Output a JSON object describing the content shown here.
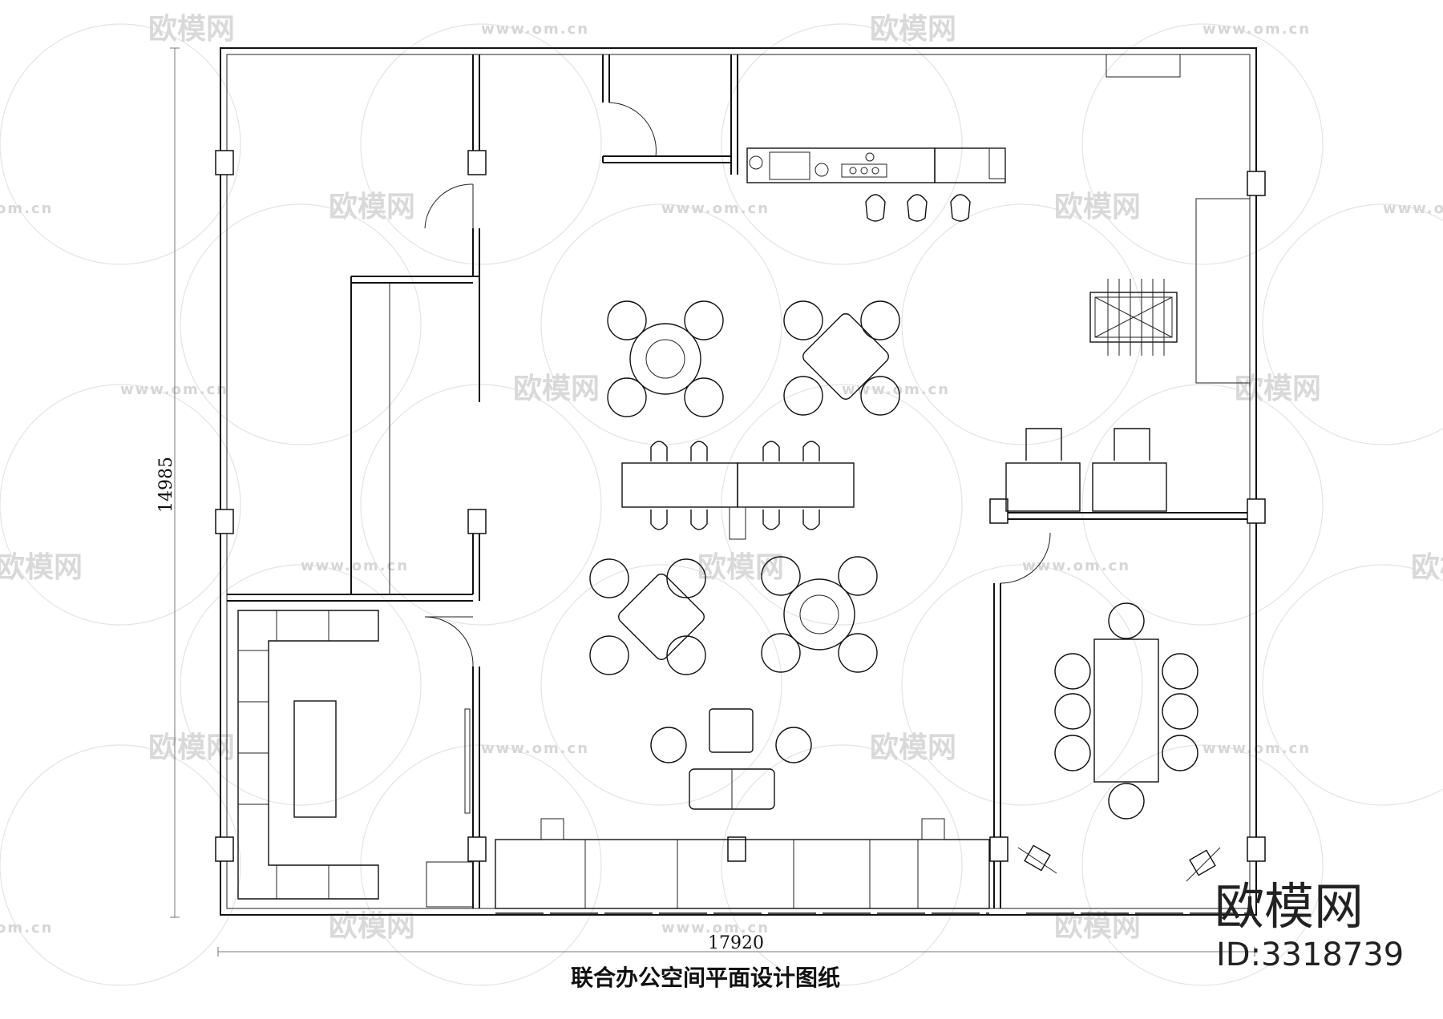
{
  "drawing": {
    "title": "联合办公空间平面设计图纸",
    "width_dimension": "17920",
    "height_dimension": "14985"
  },
  "watermark": {
    "brand": "欧模网",
    "url": "www.om.cn",
    "url_short": "om.cn",
    "id_label": "ID:3318739"
  },
  "colors": {
    "line": "#111111",
    "watermark": "#d9d9d9",
    "background": "#ffffff"
  }
}
